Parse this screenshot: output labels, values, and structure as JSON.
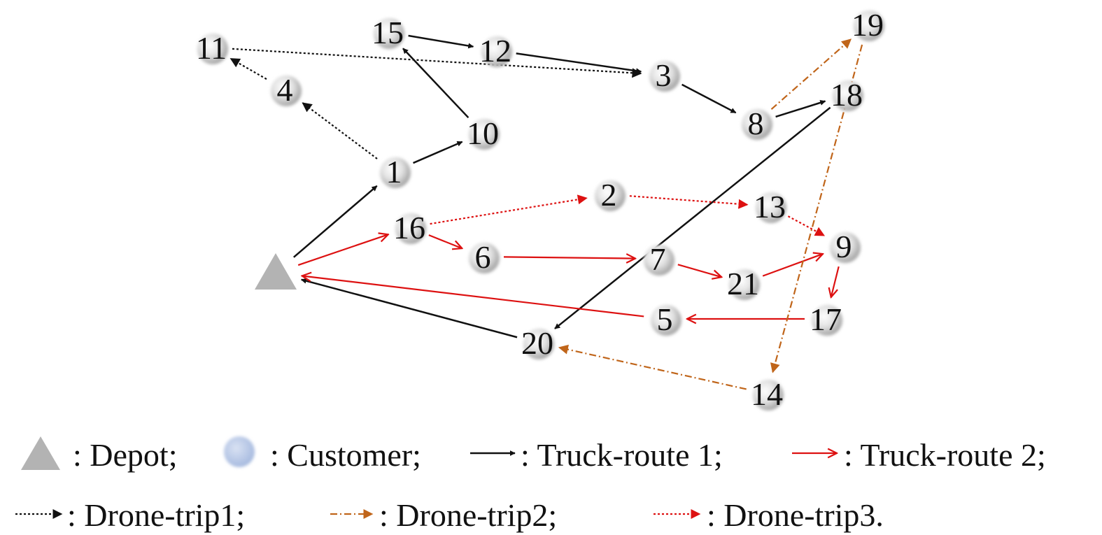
{
  "colors": {
    "truck1": "#111111",
    "truck2": "#dd1111",
    "drone1": "#111111",
    "drone2": "#c0651a",
    "drone3": "#dd1111",
    "depot": "#b3b3b3",
    "customer_legend": "#b9c8e6"
  },
  "depot": {
    "id": "depot"
  },
  "nodes": [
    {
      "id": "1",
      "label": "1"
    },
    {
      "id": "2",
      "label": "2"
    },
    {
      "id": "3",
      "label": "3"
    },
    {
      "id": "4",
      "label": "4"
    },
    {
      "id": "5",
      "label": "5"
    },
    {
      "id": "6",
      "label": "6"
    },
    {
      "id": "7",
      "label": "7"
    },
    {
      "id": "8",
      "label": "8"
    },
    {
      "id": "9",
      "label": "9"
    },
    {
      "id": "10",
      "label": "10"
    },
    {
      "id": "11",
      "label": "11"
    },
    {
      "id": "12",
      "label": "12"
    },
    {
      "id": "13",
      "label": "13"
    },
    {
      "id": "14",
      "label": "14"
    },
    {
      "id": "15",
      "label": "15"
    },
    {
      "id": "16",
      "label": "16"
    },
    {
      "id": "17",
      "label": "17"
    },
    {
      "id": "18",
      "label": "18"
    },
    {
      "id": "19",
      "label": "19"
    },
    {
      "id": "20",
      "label": "20"
    },
    {
      "id": "21",
      "label": "21"
    }
  ],
  "edges": [
    {
      "from": "depot",
      "to": "1",
      "style": "truck1"
    },
    {
      "from": "1",
      "to": "10",
      "style": "truck1"
    },
    {
      "from": "10",
      "to": "15",
      "style": "truck1"
    },
    {
      "from": "15",
      "to": "12",
      "style": "truck1"
    },
    {
      "from": "12",
      "to": "3",
      "style": "truck1"
    },
    {
      "from": "3",
      "to": "8",
      "style": "truck1"
    },
    {
      "from": "8",
      "to": "18",
      "style": "truck1"
    },
    {
      "from": "18",
      "to": "20",
      "style": "truck1"
    },
    {
      "from": "20",
      "to": "depot",
      "style": "truck1"
    },
    {
      "from": "depot",
      "to": "16",
      "style": "truck2"
    },
    {
      "from": "16",
      "to": "6",
      "style": "truck2"
    },
    {
      "from": "6",
      "to": "7",
      "style": "truck2"
    },
    {
      "from": "7",
      "to": "21",
      "style": "truck2"
    },
    {
      "from": "21",
      "to": "9",
      "style": "truck2"
    },
    {
      "from": "9",
      "to": "17",
      "style": "truck2"
    },
    {
      "from": "17",
      "to": "5",
      "style": "truck2"
    },
    {
      "from": "5",
      "to": "depot",
      "style": "truck2"
    },
    {
      "from": "1",
      "to": "4",
      "style": "drone1"
    },
    {
      "from": "4",
      "to": "11",
      "style": "drone1"
    },
    {
      "from": "11",
      "to": "3",
      "style": "drone1"
    },
    {
      "from": "8",
      "to": "19",
      "style": "drone2"
    },
    {
      "from": "19",
      "to": "14",
      "style": "drone2"
    },
    {
      "from": "14",
      "to": "20",
      "style": "drone2"
    },
    {
      "from": "16",
      "to": "2",
      "style": "drone3"
    },
    {
      "from": "2",
      "to": "13",
      "style": "drone3"
    },
    {
      "from": "13",
      "to": "9",
      "style": "drone3"
    }
  ],
  "legend": {
    "depot_label": ": Depot;",
    "customer_label": ": Customer;",
    "truck1_label": ": Truck-route 1;",
    "truck2_label": ": Truck-route 2;",
    "drone1_label": ": Drone-trip1;",
    "drone2_label": ": Drone-trip2;",
    "drone3_label": ": Drone-trip3."
  }
}
